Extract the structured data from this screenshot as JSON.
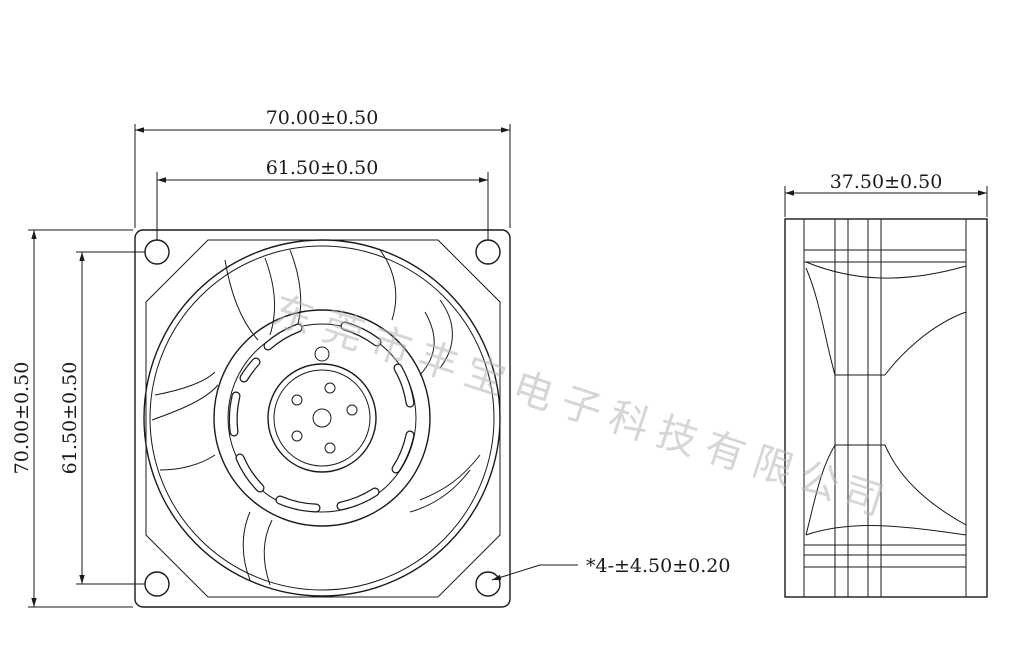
{
  "dimensions": {
    "front_outer_width": "70.00±0.50",
    "front_hole_spacing_width": "61.50±0.50",
    "front_outer_height": "70.00±0.50",
    "front_hole_spacing_height": "61.50±0.50",
    "side_depth": "37.50±0.50",
    "mount_hole_note": "*4-±4.50±0.20"
  },
  "watermark": {
    "chars": [
      "东",
      "莞",
      "市",
      "丰",
      "宝",
      "电",
      "子",
      "科",
      "技",
      "有",
      "限",
      "公",
      "司"
    ]
  }
}
